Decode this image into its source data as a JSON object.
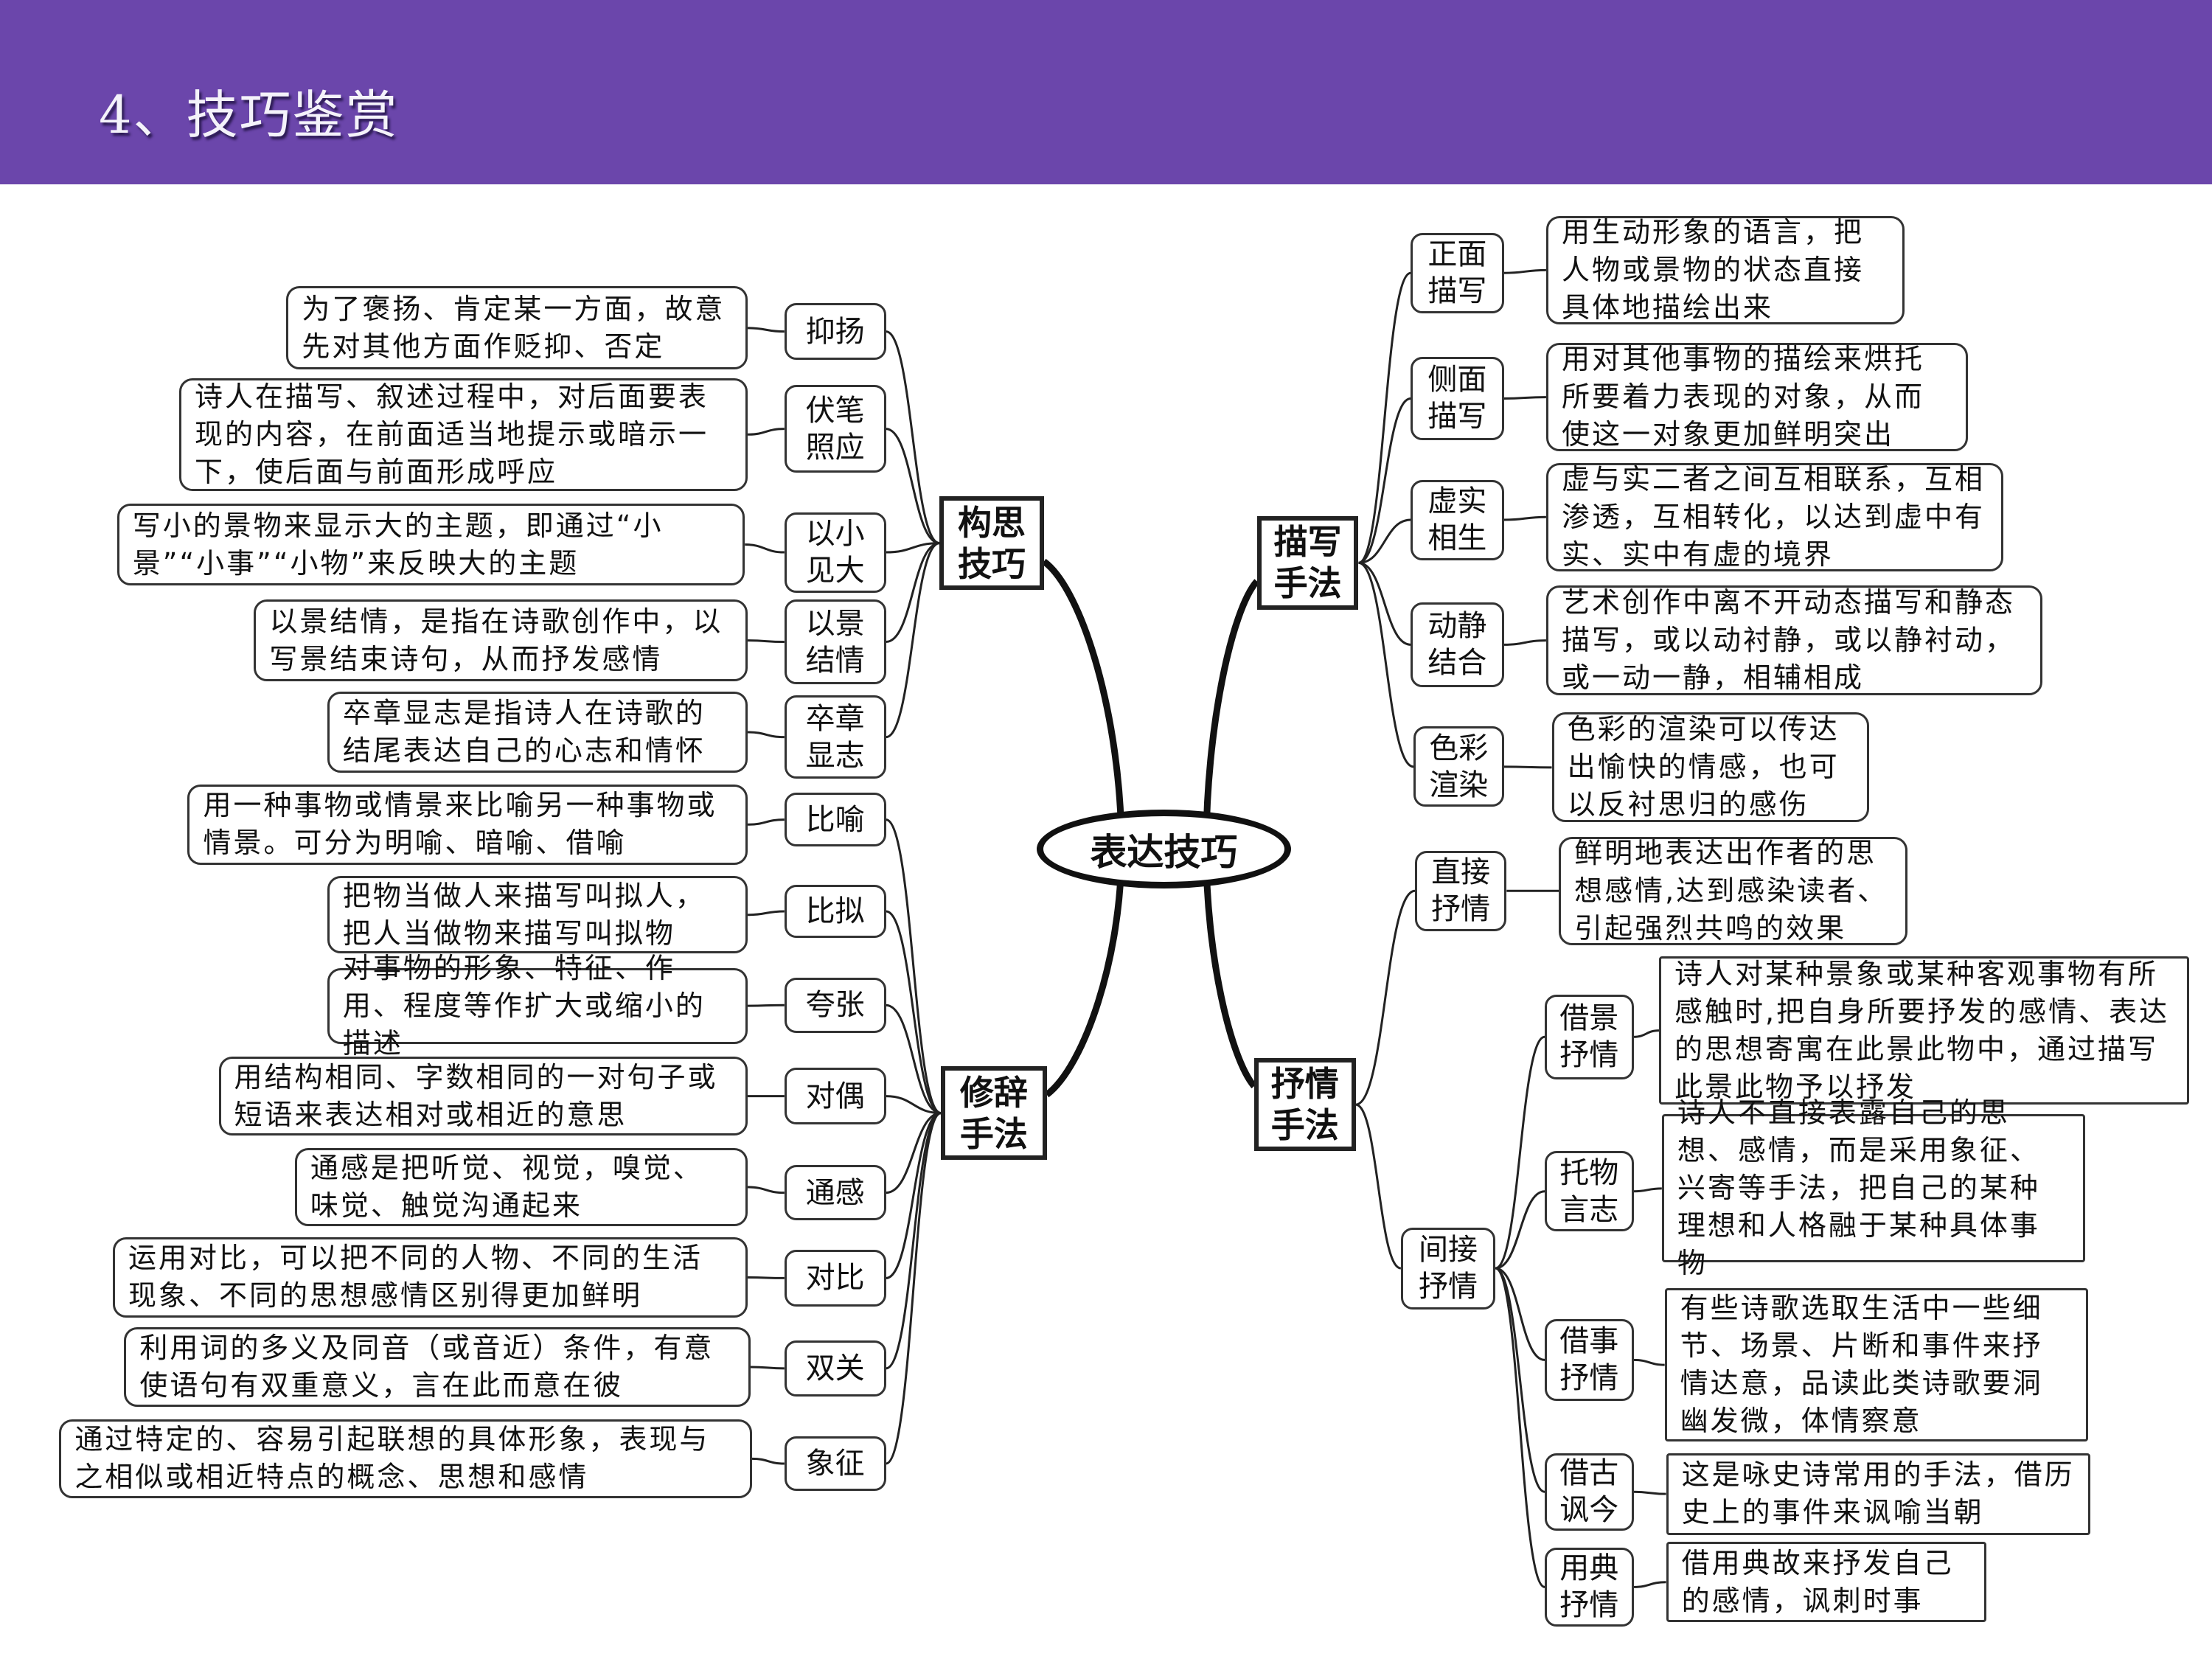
{
  "header": {
    "title": "4、技巧鉴赏",
    "background": "#6B46AB"
  },
  "mindmap": {
    "center": "表达技巧",
    "branches": [
      {
        "label": "构思技巧",
        "items": [
          {
            "label": "抑扬",
            "detail": "为了褒扬、肯定某一方面，故意先对其他方面作贬抑、否定"
          },
          {
            "label": "伏笔照应",
            "detail": "诗人在描写、叙述过程中，对后面要表现的内容，在前面适当地提示或暗示一下，使后面与前面形成呼应"
          },
          {
            "label": "以小见大",
            "detail": "写小的景物来显示大的主题，即通过“小景”“小事”“小物”来反映大的主题"
          },
          {
            "label": "以景结情",
            "detail": "以景结情，是指在诗歌创作中，以写景结束诗句，从而抒发感情"
          },
          {
            "label": "卒章显志",
            "detail": "卒章显志是指诗人在诗歌的结尾表达自己的心志和情怀"
          }
        ]
      },
      {
        "label": "修辞手法",
        "items": [
          {
            "label": "比喻",
            "detail": "用一种事物或情景来比喻另一种事物或情景。可分为明喻、暗喻、借喻"
          },
          {
            "label": "比拟",
            "detail": "把物当做人来描写叫拟人，把人当做物来描写叫拟物"
          },
          {
            "label": "夸张",
            "detail": "对事物的形象、特征、作用、程度等作扩大或缩小的描述"
          },
          {
            "label": "对偶",
            "detail": "用结构相同、字数相同的一对句子或短语来表达相对或相近的意思"
          },
          {
            "label": "通感",
            "detail": "通感是把听觉、视觉，嗅觉、味觉、触觉沟通起来"
          },
          {
            "label": "对比",
            "detail": "运用对比，可以把不同的人物、不同的生活现象、不同的思想感情区别得更加鲜明"
          },
          {
            "label": "双关",
            "detail": "利用词的多义及同音（或音近）条件，有意使语句有双重意义，言在此而意在彼"
          },
          {
            "label": "象征",
            "detail": "通过特定的、容易引起联想的具体形象，表现与之相似或相近特点的概念、思想和感情"
          }
        ]
      },
      {
        "label": "描写手法",
        "items": [
          {
            "label": "正面描写",
            "detail": "用生动形象的语言，把人物或景物的状态直接具体地描绘出来"
          },
          {
            "label": "侧面描写",
            "detail": "用对其他事物的描绘来烘托所要着力表现的对象，从而使这一对象更加鲜明突出"
          },
          {
            "label": "虚实相生",
            "detail": "虚与实二者之间互相联系，互相渗透，互相转化，以达到虚中有实、实中有虚的境界"
          },
          {
            "label": "动静结合",
            "detail": "艺术创作中离不开动态描写和静态描写，或以动衬静，或以静衬动，或一动一静，相辅相成"
          },
          {
            "label": "色彩渲染",
            "detail": "色彩的渲染可以传达出愉快的情感，也可以反衬思归的感伤"
          }
        ]
      },
      {
        "label": "抒情手法",
        "items": [
          {
            "label": "直接抒情",
            "detail": "鲜明地表达出作者的思想感情,达到感染读者、引起强烈共鸣的效果"
          },
          {
            "label": "间接抒情",
            "items": [
              {
                "label": "借景抒情",
                "detail": "诗人对某种景象或某种客观事物有所感触时,把自身所要抒发的感情、表达的思想寄寓在此景此物中，通过描写此景此物予以抒发"
              },
              {
                "label": "托物言志",
                "detail": "诗人不直接表露自己的思想、感情，而是采用象征、兴寄等手法，把自己的某种理想和人格融于某种具体事物"
              },
              {
                "label": "借事抒情",
                "detail": "有些诗歌选取生活中一些细节、场景、片断和事件来抒情达意，品读此类诗歌要洞幽发微，体情察意"
              },
              {
                "label": "借古讽今",
                "detail": "这是咏史诗常用的手法，借历史上的事件来讽喻当朝"
              },
              {
                "label": "用典抒情",
                "detail": "借用典故来抒发自己的感情，讽刺时事"
              }
            ]
          }
        ]
      }
    ]
  }
}
